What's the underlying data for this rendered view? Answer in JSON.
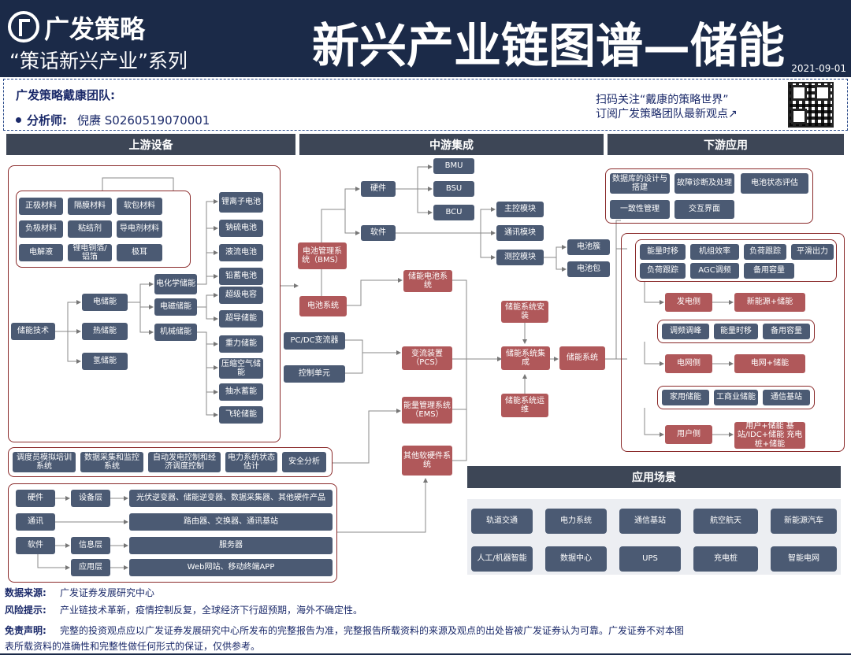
{
  "header": {
    "brand": "广发策略",
    "series": "“策话新兴产业”系列",
    "title": "新兴产业链图谱—储能",
    "date": "2021-09-01"
  },
  "team": {
    "name": "广发策略戴康团队:",
    "analyst_label": "分析师:",
    "analyst_name": "倪赓 S0260519070001",
    "qr_line1": "扫码关注“戴康的策略世界”",
    "qr_line2": "订阅广发策略团队最新观点↗"
  },
  "sections": {
    "upstream": "上游设备",
    "midstream": "中游集成",
    "downstream": "下游应用",
    "scenes_title": "应用场景"
  },
  "upstream": {
    "materials": [
      "正极材料",
      "隔膜材料",
      "软包材料",
      "负极材料",
      "粘结剂",
      "导电剂材料",
      "电解液",
      "锂电铜箔/铝箔",
      "极耳"
    ],
    "root": "储能技术",
    "types": [
      "电储能",
      "热储能",
      "氢储能"
    ],
    "subtypes": [
      "电化学储能",
      "电磁储能",
      "机械储能"
    ],
    "batteries": [
      "锂离子电池",
      "钠硫电池",
      "液流电池",
      "铅蓄电池"
    ],
    "em": [
      "超级电容",
      "超导储能"
    ],
    "mech": [
      "重力储能",
      "压缩空气储能",
      "抽水蓄能",
      "飞轮储能"
    ],
    "software": [
      "调度员模拟培训系统",
      "数据采集和监控系统",
      "自动发电控制和经济调度控制",
      "电力系统状态估计",
      "安全分析"
    ],
    "layers": [
      {
        "label": "硬件",
        "layer": "设备层",
        "content": "光伏逆变器、储能逆变器、数据采集器、其他硬件产品"
      },
      {
        "label": "通讯",
        "layer": "",
        "content": "路由器、交换器、通讯基站"
      },
      {
        "label": "软件",
        "layer": "信息层",
        "content": "服务器"
      },
      {
        "label": "",
        "layer": "应用层",
        "content": "Web网站、移动终端APP"
      }
    ]
  },
  "midstream": {
    "bmu": "BMU",
    "bsu": "BSU",
    "bcu": "BCU",
    "hardware": "硬件",
    "software": "软件",
    "bms": "电池管理系统（BMS）",
    "battery_sys": "电池系统",
    "storage_battery_sys": "储能电池系统",
    "pcs_conv": "PC/DC变流器",
    "control_unit": "控制单元",
    "pcs": "变流装置（PCS）",
    "ems": "能量管理系统（EMS）",
    "other": "其他软硬件系统",
    "install": "储能系统安装",
    "integration": "储能系统集成",
    "operation": "储能系统运维",
    "storage_sys": "储能系统",
    "main_ctrl": "主控模块",
    "comm": "通讯模块",
    "measure": "测控模块",
    "cluster": "电池簇",
    "pack": "电池包"
  },
  "downstream": {
    "bms_funcs": [
      "数据库的设计与搭建",
      "故障诊断及处理",
      "电池状态评估",
      "一致性管理",
      "交互界面"
    ],
    "gen_funcs": [
      "能量时移",
      "机组效率",
      "负荷跟踪",
      "平滑出力",
      "负荷跟踪",
      "AGC调频",
      "备用容量"
    ],
    "gen_side": "发电侧",
    "gen_result": "新能源+储能",
    "grid_funcs": [
      "调频调峰",
      "能量时移",
      "备用容量"
    ],
    "grid_side": "电网侧",
    "grid_result": "电网+储能",
    "user_funcs": [
      "家用储能",
      "工商业储能",
      "通信基站"
    ],
    "user_side": "用户侧",
    "user_result": "用户+储能 基站/IDC+储能 充电桩+储能"
  },
  "scenes": [
    "轨道交通",
    "电力系统",
    "通信基站",
    "航空航天",
    "新能源汽车",
    "人工/机器智能",
    "数据中心",
    "UPS",
    "充电桩",
    "智能电网"
  ],
  "footer": {
    "source_label": "数据来源:",
    "source": "广发证券发展研究中心",
    "risk_label": "风险提示:",
    "risk": "产业链技术革新，疫情控制反复，全球经济下行超预期，海外不确定性。",
    "disclaimer_label": "免责声明:",
    "disclaimer1": "完整的投资观点应以广发证券发展研究中心所发布的完整报告为准，完整报告所载资料的来源及观点的出处皆被广发证券认为可靠。广发证券不对本图",
    "disclaimer2": "表所载资料的准确性和完整性做任何形式的保证，仅供参考。"
  },
  "colors": {
    "header": "#1b2a48",
    "node": "#4b5a73",
    "highlight": "#b0585a",
    "frame": "#8a2a2a",
    "section": "#3d4656"
  }
}
